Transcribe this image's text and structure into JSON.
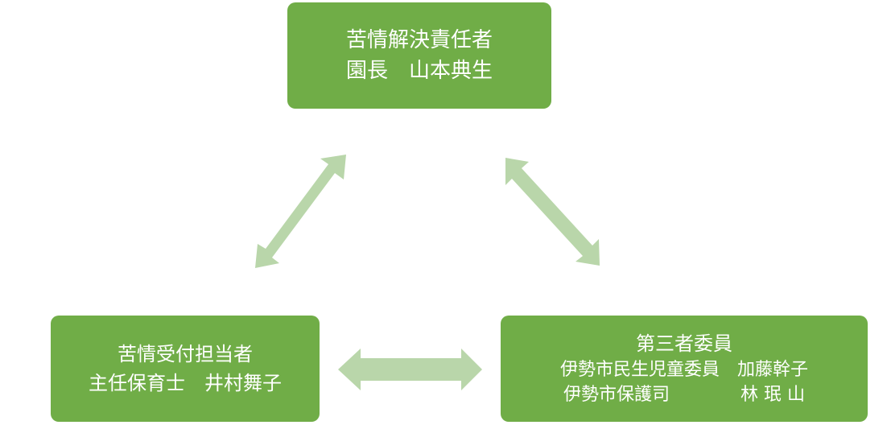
{
  "colors": {
    "box_fill": "#70ad47",
    "box_text": "#ffffff",
    "arrow_fill": "#b9d6aa"
  },
  "nodes": {
    "top": {
      "line1": "苦情解決責任者",
      "line2": "園長　山本典生"
    },
    "left": {
      "line1": "苦情受付担当者",
      "line2": "主任保育士　井村舞子"
    },
    "right": {
      "line1": "第三者委員",
      "line2": "伊勢市民生児童委員　加藤幹子",
      "line3": "伊勢市保護司　　　　林 珉 山"
    }
  }
}
